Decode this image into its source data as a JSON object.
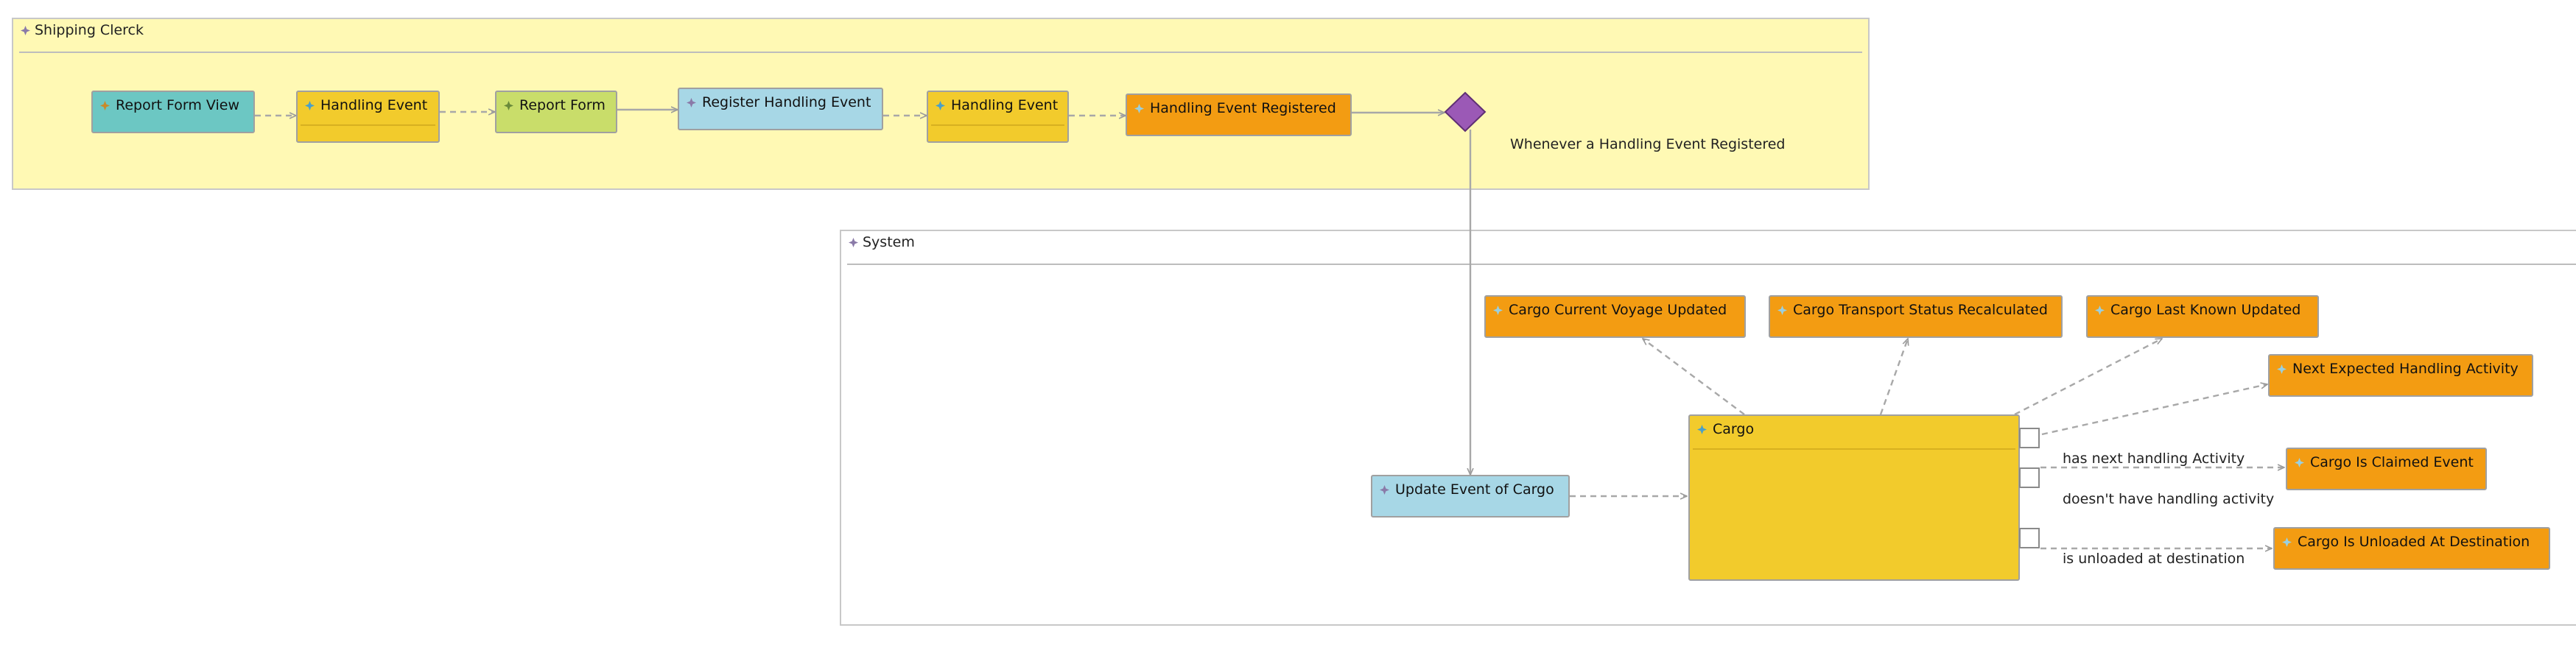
{
  "lanes": {
    "clerk": {
      "title": "Shipping Clerck",
      "color": "#fff9b4"
    },
    "system": {
      "title": "System",
      "color": "#ffffff"
    }
  },
  "nodes": {
    "report_form_view": "Report Form View",
    "handling_event_1": "Handling Event",
    "report_form": "Report Form",
    "register_handling_event": "Register Handling Event",
    "handling_event_2": "Handling Event",
    "handling_event_registered": "Handling Event Registered",
    "gateway_label": "Whenever a Handling Event Registered",
    "update_event_of_cargo": "Update Event of Cargo",
    "cargo": "Cargo",
    "cargo_current_voyage_updated": "Cargo Current Voyage Updated",
    "cargo_transport_status_recalculated": "Cargo Transport Status Recalculated",
    "cargo_last_known_updated": "Cargo Last Known Updated",
    "next_expected_handling_activity": "Next Expected Handling Activity",
    "cargo_is_claimed_event": "Cargo Is Claimed Event",
    "cargo_is_unloaded_at_destination": "Cargo Is Unloaded At Destination"
  },
  "conditions": {
    "has_next": "has next handling Activity",
    "no_activity": "doesn't have handling activity",
    "unloaded": "is unloaded at destination"
  },
  "colors": {
    "view": "#6cc7c3",
    "aggregate": "#f2cb2c",
    "form": "#c9dd6a",
    "command": "#a7d7e6",
    "event": "#f39c12",
    "gateway": "#9b59b6"
  },
  "icons": {
    "view": "view-icon",
    "aggregate": "aggregate-icon",
    "form": "form-icon",
    "command": "command-icon",
    "event": "event-icon",
    "lane": "lane-icon"
  }
}
